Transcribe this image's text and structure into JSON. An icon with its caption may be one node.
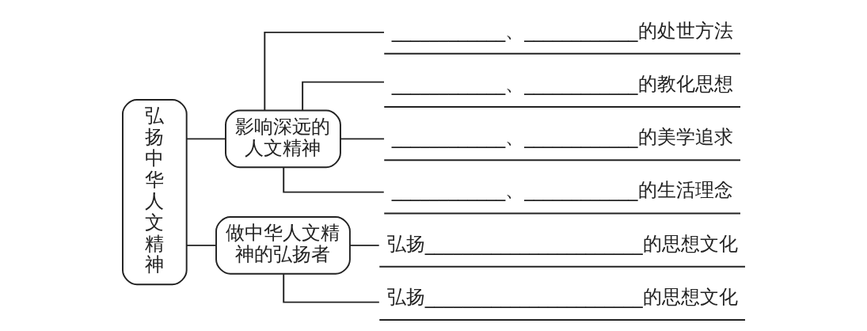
{
  "diagram": {
    "nodes": [
      {
        "text": [
          "弘扬中华人文精神"
        ]
      },
      {
        "text": [
          "影响深远的人文精神"
        ]
      },
      {
        "text": [
          "____________、____________的处世方法"
        ]
      },
      {
        "text": [
          "____________、____________的教化思想"
        ]
      },
      {
        "text": [
          "____________、____________的美学追求"
        ]
      },
      {
        "text": [
          "____________、____________的生活理念"
        ]
      },
      {
        "text": [
          "做中华人文精神的弘扬者"
        ]
      },
      {
        "text": [
          "弘扬_______________________的思想文化"
        ]
      },
      {
        "text": [
          "弘扬_______________________的思想文化"
        ]
      }
    ],
    "edges": [
      {
        "from": 0,
        "to": 1,
        "arrow": "none"
      },
      {
        "from": 0,
        "to": 6,
        "arrow": "none"
      },
      {
        "from": 1,
        "to": 2,
        "arrow": "none"
      },
      {
        "from": 1,
        "to": 3,
        "arrow": "none"
      },
      {
        "from": 1,
        "to": 4,
        "arrow": "none"
      },
      {
        "from": 1,
        "to": 5,
        "arrow": "none"
      },
      {
        "from": 6,
        "to": 7,
        "arrow": "none"
      },
      {
        "from": 6,
        "to": 8,
        "arrow": "none"
      }
    ]
  }
}
